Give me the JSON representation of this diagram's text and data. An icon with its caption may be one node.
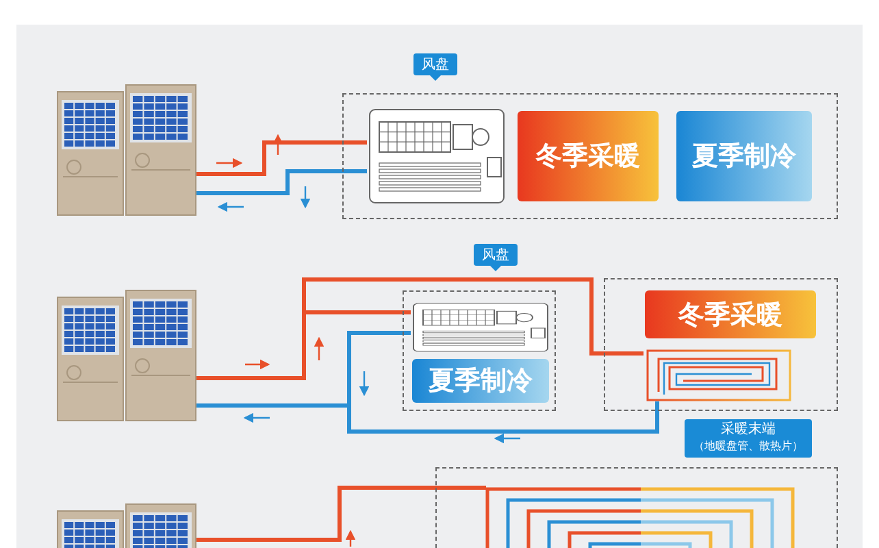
{
  "diagram": {
    "nodes": [
      {
        "text": [],
        "shape": "picture"
      },
      {
        "text": [],
        "shape": "box"
      },
      {
        "text": [],
        "shape": "picture",
        "in": 1
      },
      {
        "text": [
          "冬季采暖"
        ],
        "in": 1
      },
      {
        "text": [
          "夏季制冷"
        ],
        "in": 1
      },
      {
        "text": [
          "风盘"
        ]
      },
      {
        "text": [],
        "shape": "picture"
      },
      {
        "text": [],
        "shape": "box"
      },
      {
        "text": [],
        "shape": "picture",
        "in": 7
      },
      {
        "text": [
          "夏季制冷"
        ],
        "in": 7
      },
      {
        "text": [],
        "shape": "box"
      },
      {
        "text": [
          "冬季采暖"
        ],
        "in": 10
      },
      {
        "text": [],
        "shape": "picture",
        "in": 10
      },
      {
        "text": [
          "风盘"
        ]
      },
      {
        "text": [
          "采暖末端",
          "（地暖盘管、散热片）"
        ]
      },
      {
        "text": [],
        "shape": "picture"
      },
      {
        "text": [],
        "shape": "box"
      },
      {
        "text": [],
        "shape": "picture",
        "in": 16
      }
    ],
    "edges": [
      {
        "from": 0,
        "to": 2,
        "arrow": "none",
        "color": "#e8502a"
      },
      {
        "from": 2,
        "to": 0,
        "arrow": "none",
        "color": "#2a8fd4"
      },
      {
        "from": 6,
        "to": 8,
        "arrow": "none",
        "color": "#e8502a"
      },
      {
        "from": 6,
        "to": 12,
        "arrow": "none",
        "color": "#e8502a"
      },
      {
        "from": 8,
        "to": 6,
        "arrow": "none",
        "color": "#2a8fd4"
      },
      {
        "from": 12,
        "to": 6,
        "arrow": "none",
        "color": "#2a8fd4"
      },
      {
        "from": 15,
        "to": 17,
        "arrow": "none",
        "color": "#e8502a"
      }
    ]
  }
}
